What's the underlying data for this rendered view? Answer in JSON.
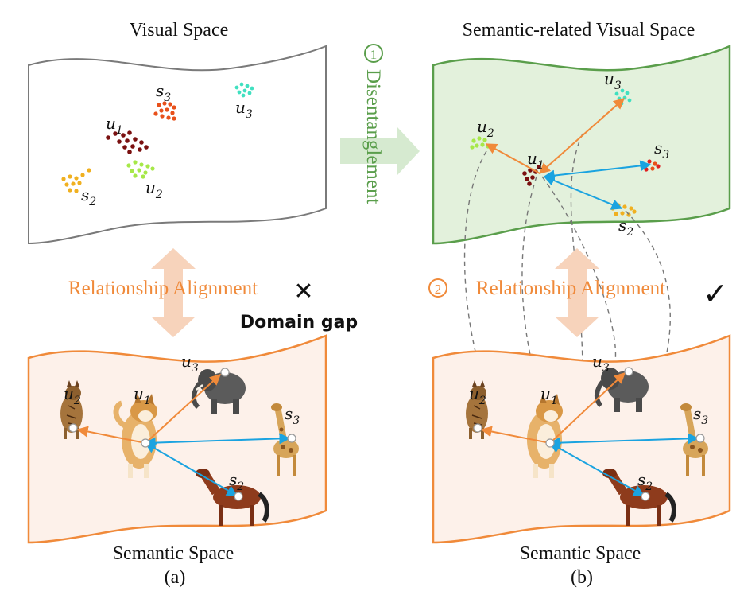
{
  "panel_a": {
    "visual_title": "Visual Space",
    "semantic_title": "Semantic Space",
    "caption": "(a)",
    "relationship_label": "Relationship Alignment",
    "cross_mark": "✕",
    "domain_gap_label": "Domain gap",
    "visual_labels": {
      "s3": "s3",
      "u1": "u1",
      "u3": "u3",
      "s2": "s2",
      "u2": "u2"
    },
    "semantic_labels": {
      "u3": "u3",
      "u1": "u1",
      "u2": "u2",
      "s3": "s3",
      "s2": "s2"
    },
    "animals": {
      "u1": "dog",
      "u2": "wildcat",
      "u3": "elephant",
      "s2": "horse",
      "s3": "giraffe"
    }
  },
  "panel_b": {
    "visual_title": "Semantic-related Visual Space",
    "semantic_title": "Semantic Space",
    "caption": "(b)",
    "step1_number": "1",
    "step1_label": "Disentanglement",
    "step2_number": "2",
    "relationship_label": "Relationship Alignment",
    "check_mark": "✓",
    "visual_labels": {
      "u3": "u3",
      "u2": "u2",
      "u1": "u1",
      "s3": "s3",
      "s2": "s2"
    },
    "semantic_labels": {
      "u2": "u2",
      "u1": "u1",
      "u3": "u3",
      "s3": "s3",
      "s2": "s2"
    },
    "animals": {
      "u1": "dog",
      "u2": "wildcat",
      "u3": "elephant",
      "s2": "horse",
      "s3": "giraffe"
    }
  },
  "colors": {
    "orange": "#f08a3a",
    "orange_light": "#f5c6a5",
    "green": "#5a9e4b",
    "green_fill": "#e3f1dc",
    "semantic_fill": "#fdf1ea",
    "blue": "#1aa3e0",
    "u1_cluster": "#7a1010",
    "u2_cluster": "#a6e848",
    "u3_cluster": "#40e0c0",
    "s2_cluster": "#f0b020",
    "s3_cluster_a": "#e8501a",
    "s3_cluster_b": "#e02020"
  }
}
